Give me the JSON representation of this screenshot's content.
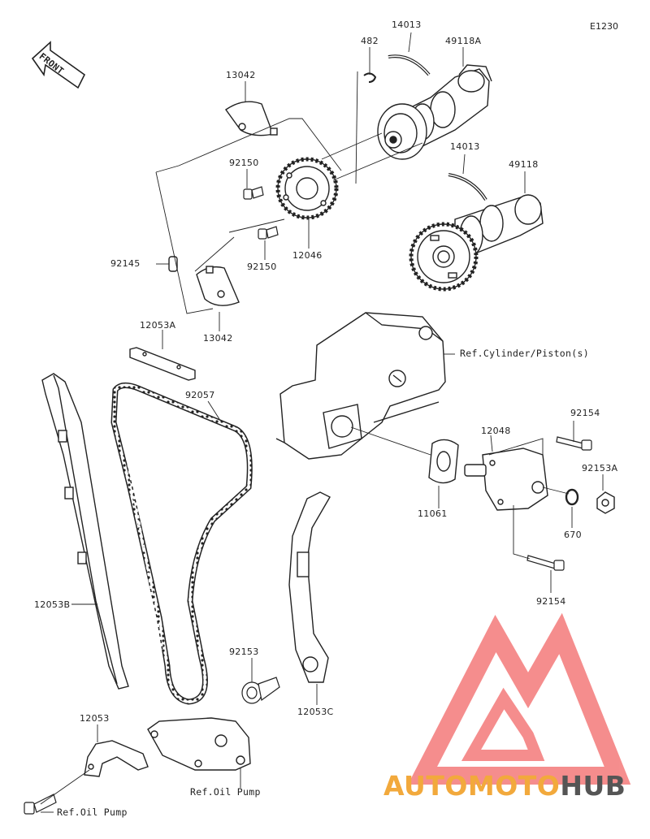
{
  "diagram_code": "E1230",
  "front_label": "FRONT",
  "labels": {
    "p14013_top": "14013",
    "p49118A": "49118A",
    "p482": "482",
    "p13042_top": "13042",
    "p92150_a": "92150",
    "p14013_mid": "14013",
    "p49118": "49118",
    "p92145": "92145",
    "p92150_b": "92150",
    "p12046": "12046",
    "p13042_bot": "13042",
    "p12053A": "12053A",
    "ref_cylinder": "Ref.Cylinder/Piston(s)",
    "p92057": "92057",
    "p92154_top": "92154",
    "p12048": "12048",
    "p92153A": "92153A",
    "p11061": "11061",
    "p670": "670",
    "p92154_bot": "92154",
    "p12053B": "12053B",
    "p92153": "92153",
    "p12053C": "12053C",
    "p12053": "12053",
    "ref_oil_pump_1": "Ref.Oil Pump",
    "ref_oil_pump_2": "Ref.Oil Pump"
  },
  "watermark": {
    "part1": "AUTOMOTO",
    "part2": "HUB",
    "color_primary": "#f2a93c",
    "color_secondary": "#555555",
    "logo_color": "#f47a7a"
  }
}
